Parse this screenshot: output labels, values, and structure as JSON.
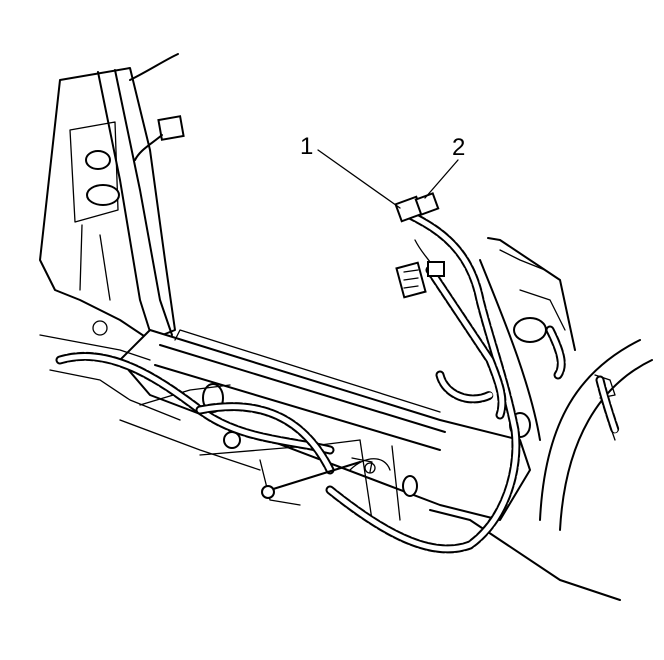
{
  "callouts": [
    {
      "id": "1",
      "text": "1"
    },
    {
      "id": "2",
      "text": "2"
    }
  ],
  "colors": {
    "stroke": "#000000",
    "background": "#ffffff"
  }
}
